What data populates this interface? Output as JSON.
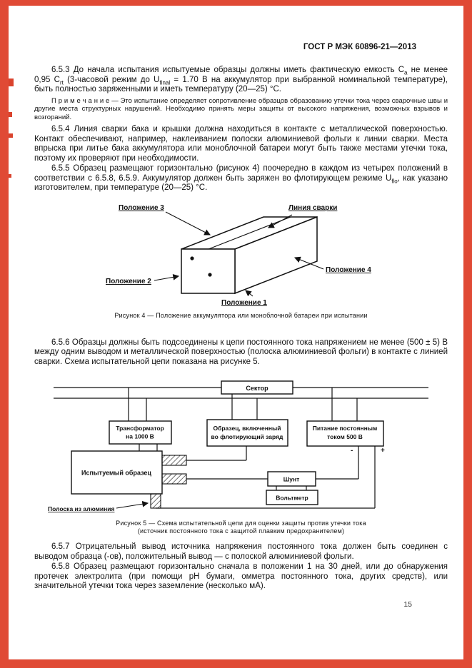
{
  "colors": {
    "frame": "#e04a35",
    "page_background": "#ffffff",
    "text": "#111111"
  },
  "header": {
    "title": "ГОСТ Р МЭК 60896-21—2013"
  },
  "paragraphs": {
    "p653": {
      "seg1": "6.5.3 До начала испытания испытуемые образцы должны иметь фактическую емкость С",
      "sub1": "а",
      "seg2": " не менее 0,95 С",
      "sub2": "rt",
      "seg3": " (3-часовой режим до U",
      "sub3": "final",
      "seg4": " = 1.70 В на аккумулятор при выбранной номинальной температуре), быть полностью заряженными и иметь температуру (20—25) °С."
    },
    "note": "П р и м е ч а н и е — Это испытание определяет сопротивление образцов образованию утечки тока через сварочные швы и другие места структурных нарушений. Необходимо принять меры защиты от высокого напряжения, возможных взрывов и возгораний.",
    "p654": "6.5.4 Линия сварки бака и крышки должна находиться в контакте с металлической поверхностью. Контакт обеспечивают, например, наклеиванием полоски алюминиевой фольги к линии сварки. Места впрыска при литье бака аккумулятора или моноблочной батареи могут быть также местами утечки тока, поэтому их проверяют при необходимости.",
    "p655": {
      "seg1": "6.5.5 Образец размещают горизонтально (рисунок 4) поочередно в каждом из четырех положений в соответствии с 6.5.8, 6.5.9. Аккумулятор должен быть заряжен во флотирующем режиме U",
      "sub1": "flo",
      "seg2": ", как указано изготовителем, при температуре (20—25) °С."
    },
    "p656": "6.5.6 Образцы должны быть подсоединены к цепи постоянного тока напряжением не менее (500 ± 5) В между одним выводом и металлической поверхностью (полоска алюминиевой фольги) в контакте с линией сварки. Схема испытательной цепи показана на рисунке 5.",
    "p657": "6.5.7 Отрицательный вывод источника напряжения постоянного тока должен быть соединен с выводом образца (-ов), положительный вывод — с полоской алюминиевой фольги.",
    "p658": "6.5.8 Образец размещают горизонтально сначала в положении 1 на 30 дней, или до обнаружения протечек электролита (при помощи pH бумаги, омметра постоянного тока, других средств), или значительной утечки тока через заземление (несколько мА)."
  },
  "figure4": {
    "labels": {
      "pos1": "Положение 1",
      "pos2": "Положение 2",
      "pos3": "Положение 3",
      "pos4": "Положение 4",
      "weld": "Линия сварки"
    },
    "caption": "Рисунок 4 — Положение аккумулятора или моноблочной батареи при испытании"
  },
  "figure5": {
    "labels": {
      "mains": "Сектор",
      "transformer_l1": "Трансформатор",
      "transformer_l2": "на 1000 В",
      "float_l1": "Образец, включенный",
      "float_l2": "во флотирующий заряд",
      "supply_l1": "Питание постоянным",
      "supply_l2": "током 500 В",
      "test_sample": "Испытуемый образец",
      "shunt": "Шунт",
      "voltmeter": "Вольтметр",
      "strip": "Полоска из алюминия",
      "plus": "+",
      "minus": "-"
    },
    "caption_l1": "Рисунок 5 — Схема испытательной цепи для оценки защиты против утечки тока",
    "caption_l2": "(источник постоянного тока с защитой плавким предохранителем)"
  },
  "footer": {
    "page_number": "15"
  }
}
